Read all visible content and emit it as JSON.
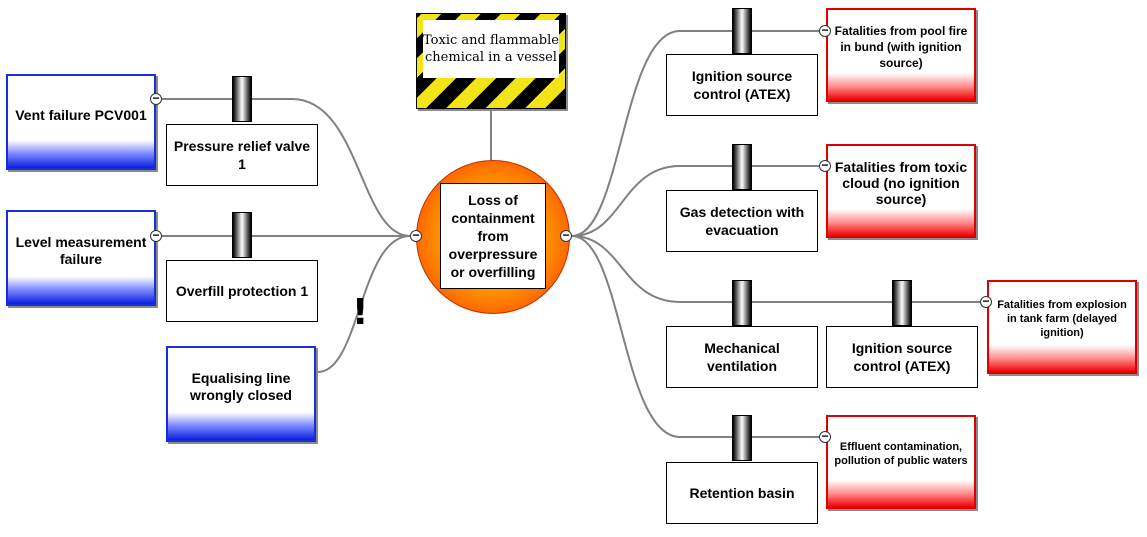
{
  "hazard": {
    "label": "Toxic and flammable chemical in a vessel"
  },
  "top_event": {
    "label": "Loss of containment from overpressure or overfilling"
  },
  "threats": [
    {
      "label": "Vent failure PCV001",
      "barrier": "Pressure relief valve 1"
    },
    {
      "label": "Level measurement failure",
      "barrier": "Overfill protection 1"
    },
    {
      "label": "Equalising line wrongly closed",
      "barrier": "",
      "marker": "!"
    }
  ],
  "consequences": [
    {
      "label": "Fatalities from pool fire in bund (with ignition source)",
      "barriers": [
        "Ignition source control (ATEX)"
      ]
    },
    {
      "label": "Fatalities from toxic cloud (no ignition source)",
      "barriers": [
        "Gas detection with evacuation"
      ]
    },
    {
      "label": "Fatalities from explosion in tank farm (delayed ignition)",
      "barriers": [
        "Mechanical ventilation",
        "Ignition source control (ATEX)"
      ]
    },
    {
      "label": "Effluent contamination, pollution of public waters",
      "barriers": [
        "Retention basin"
      ]
    }
  ],
  "collapse_symbol": "−",
  "colors": {
    "threat": "#1530d8",
    "consequence": "#e00000",
    "hazard_stripe": "#f3e417",
    "connector": "#808080"
  }
}
